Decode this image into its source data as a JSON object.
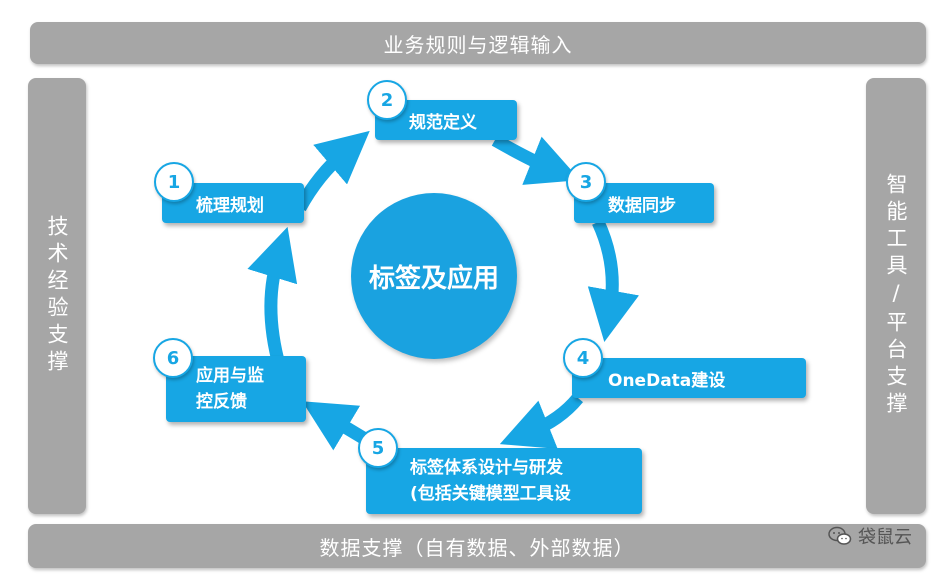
{
  "top_bar": {
    "label": "业务规则与逻辑输入"
  },
  "bottom_bar": {
    "label": "数据支撑（自有数据、外部数据）"
  },
  "left_bar": {
    "label": "技术经验支撑"
  },
  "right_bar": {
    "label": "智能工具/平台支撑"
  },
  "center": {
    "label": "标签及应用"
  },
  "steps": [
    {
      "number": "1",
      "lines": [
        "梳理规划"
      ]
    },
    {
      "number": "2",
      "lines": [
        "规范定义"
      ]
    },
    {
      "number": "3",
      "lines": [
        "数据同步"
      ]
    },
    {
      "number": "4",
      "lines": [
        "OneData建设"
      ]
    },
    {
      "number": "5",
      "lines": [
        "标签体系设计与研发",
        "(包括关键模型工具设"
      ]
    },
    {
      "number": "6",
      "lines": [
        "应用与监",
        "控反馈"
      ]
    }
  ],
  "watermark": {
    "label": "袋鼠云",
    "icon": "wechat-icon"
  },
  "colors": {
    "accent": "#17a6e4",
    "bar": "#a6a6a6"
  }
}
